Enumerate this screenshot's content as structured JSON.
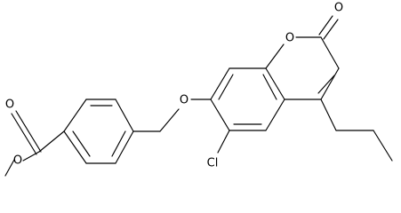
{
  "molecule": {
    "atoms": [
      {
        "id": "o-carbonyl-ester",
        "label": "O"
      },
      {
        "id": "o-methoxy",
        "label": "O"
      },
      {
        "id": "o-ether",
        "label": "O"
      },
      {
        "id": "o-ring",
        "label": "O"
      },
      {
        "id": "o-lactone-carbonyl",
        "label": "O"
      },
      {
        "id": "cl",
        "label": "Cl"
      }
    ]
  },
  "colors": {
    "bond": "#000000",
    "background": "#ffffff"
  }
}
